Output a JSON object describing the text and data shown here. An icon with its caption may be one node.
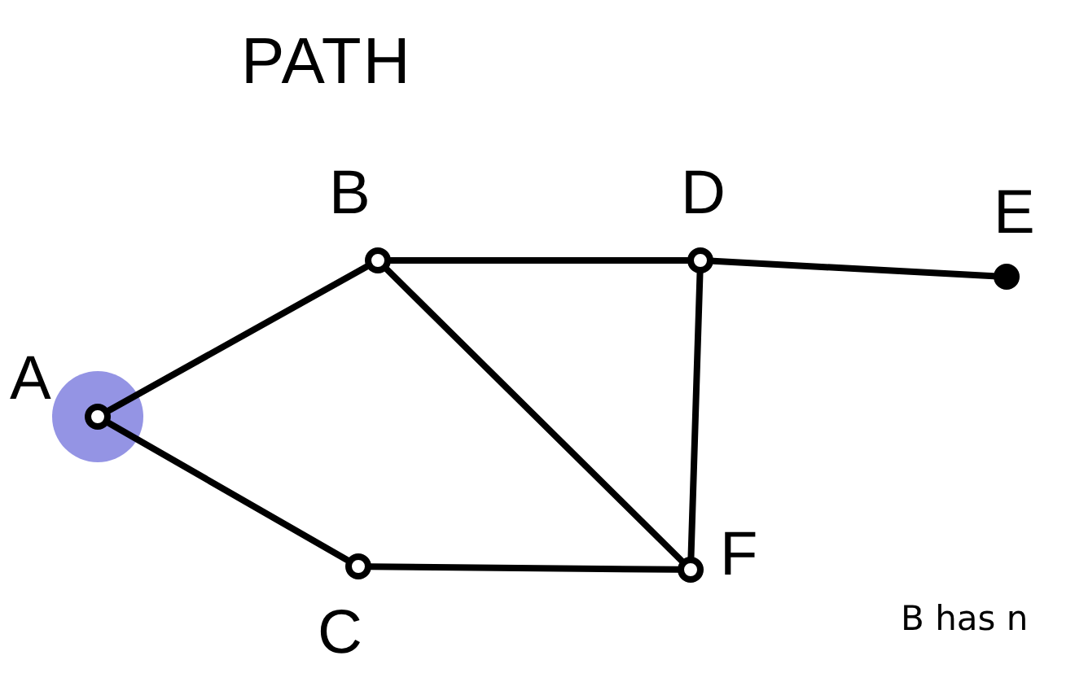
{
  "diagram": {
    "title": "PATH",
    "nodes": [
      {
        "text": [],
        "shape": "circle",
        "beside": [
          "A"
        ]
      },
      {
        "text": [],
        "shape": "circle",
        "beside": [
          "B"
        ]
      },
      {
        "text": [],
        "shape": "circle",
        "beside": [
          "C"
        ]
      },
      {
        "text": [],
        "shape": "circle",
        "beside": [
          "D"
        ]
      },
      {
        "text": [],
        "shape": "circle",
        "beside": [
          "E"
        ]
      },
      {
        "text": [],
        "shape": "circle",
        "beside": [
          "F"
        ]
      }
    ],
    "edges": [
      {
        "from": 0,
        "to": 1,
        "arrow": "none"
      },
      {
        "from": 0,
        "to": 2,
        "arrow": "none"
      },
      {
        "from": 1,
        "to": 3,
        "arrow": "none"
      },
      {
        "from": 1,
        "to": 5,
        "arrow": "none"
      },
      {
        "from": 3,
        "to": 4,
        "arrow": "none"
      },
      {
        "from": 3,
        "to": 5,
        "arrow": "none"
      },
      {
        "from": 2,
        "to": 5,
        "arrow": "none"
      }
    ],
    "labels": [
      "B has n"
    ]
  }
}
